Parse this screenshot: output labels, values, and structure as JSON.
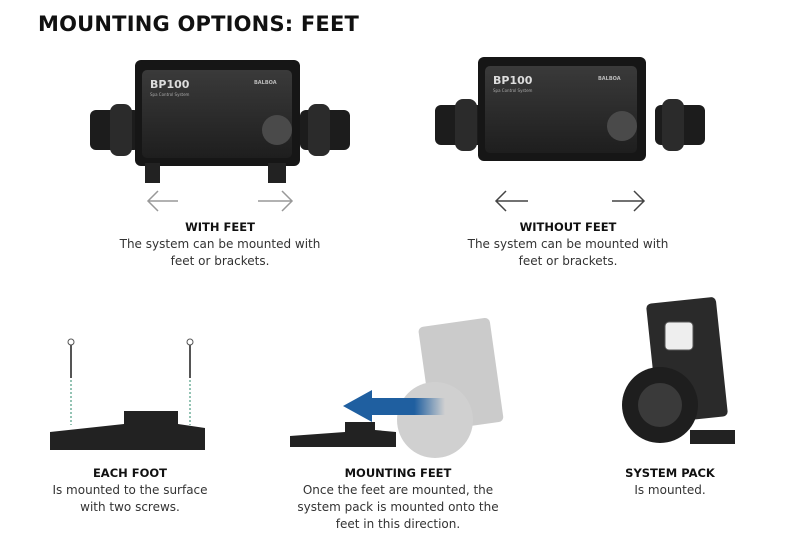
{
  "title": "MOUNTING OPTIONS: FEET",
  "product": {
    "model": "BP100",
    "subtitle": "Spa Control System",
    "brand": "BALBOA"
  },
  "panels": [
    {
      "heading": "WITH FEET",
      "lines": [
        "The system can be mounted with",
        "feet or brackets."
      ]
    },
    {
      "heading": "WITHOUT FEET",
      "lines": [
        "The system can be mounted with",
        "feet or brackets."
      ]
    },
    {
      "heading": "EACH FOOT",
      "lines": [
        "Is mounted to the surface",
        "with two screws."
      ]
    },
    {
      "heading": "MOUNTING FEET",
      "lines": [
        "Once the feet are mounted, the",
        "system pack is mounted onto the",
        "feet in this direction."
      ]
    },
    {
      "heading": "SYSTEM PACK",
      "lines": [
        "Is mounted."
      ]
    }
  ],
  "colors": {
    "arrow_blue": "#1f5fa0",
    "unit_dark": "#2a2a2a"
  }
}
